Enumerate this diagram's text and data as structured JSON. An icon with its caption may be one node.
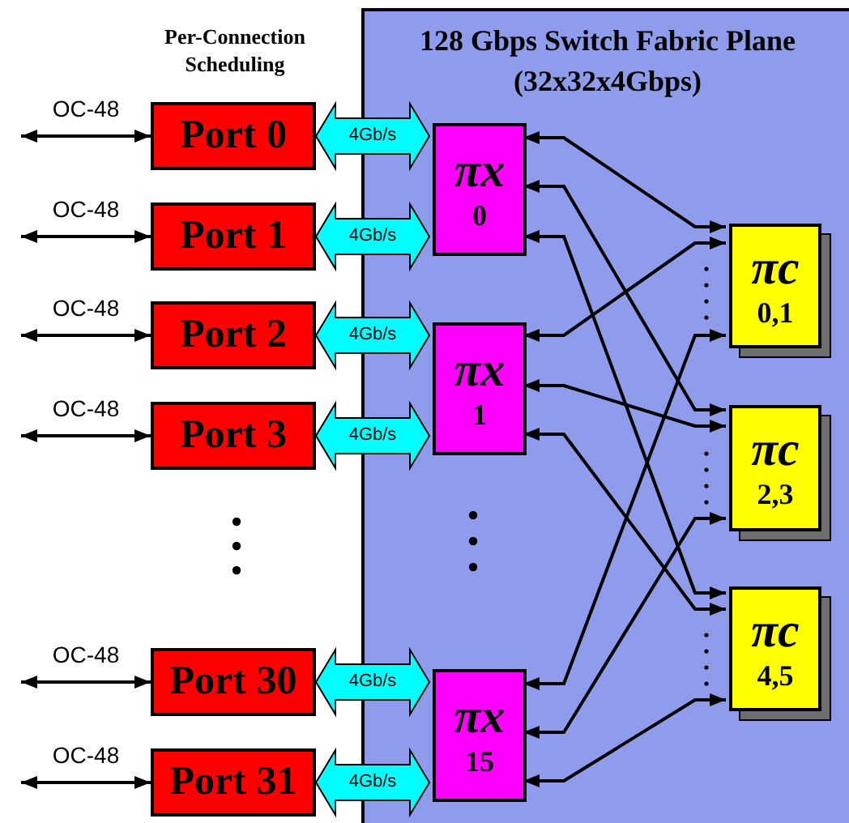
{
  "diagram": {
    "nodes": [
      {
        "text": [
          "128 Gbps Switch Fabric Plane (32x32x4Gbps)"
        ]
      },
      {
        "text": [
          "Port 0"
        ]
      },
      {
        "text": [
          "Port 1"
        ]
      },
      {
        "text": [
          "Port 2"
        ]
      },
      {
        "text": [
          "Port 3"
        ]
      },
      {
        "text": [
          "Port 30"
        ]
      },
      {
        "text": [
          "Port 31"
        ]
      },
      {
        "text": [
          "πx",
          "0"
        ],
        "in": 0
      },
      {
        "text": [
          "πx",
          "1"
        ],
        "in": 0
      },
      {
        "text": [
          "πx",
          "15"
        ],
        "in": 0
      },
      {
        "text": [
          "πc",
          "0,1"
        ],
        "in": 0
      },
      {
        "text": [
          "πc",
          "2,3"
        ],
        "in": 0
      },
      {
        "text": [
          "πc",
          "4,5"
        ],
        "in": 0
      }
    ],
    "edges": [
      {
        "from": null,
        "to": 1,
        "arrow": "both",
        "label": "OC-48"
      },
      {
        "from": null,
        "to": 2,
        "arrow": "both",
        "label": "OC-48"
      },
      {
        "from": null,
        "to": 3,
        "arrow": "both",
        "label": "OC-48"
      },
      {
        "from": null,
        "to": 4,
        "arrow": "both",
        "label": "OC-48"
      },
      {
        "from": null,
        "to": 5,
        "arrow": "both",
        "label": "OC-48"
      },
      {
        "from": null,
        "to": 6,
        "arrow": "both",
        "label": "OC-48"
      },
      {
        "from": 1,
        "to": 7,
        "arrow": "both",
        "label": "4Gb/s",
        "style": "thick",
        "color": "#00ffff"
      },
      {
        "from": 2,
        "to": 7,
        "arrow": "both",
        "label": "4Gb/s",
        "style": "thick",
        "color": "#00ffff"
      },
      {
        "from": 3,
        "to": 8,
        "arrow": "both",
        "label": "4Gb/s",
        "style": "thick",
        "color": "#00ffff"
      },
      {
        "from": 4,
        "to": 8,
        "arrow": "both",
        "label": "4Gb/s",
        "style": "thick",
        "color": "#00ffff"
      },
      {
        "from": 5,
        "to": 9,
        "arrow": "both",
        "label": "4Gb/s",
        "style": "thick",
        "color": "#00ffff"
      },
      {
        "from": 6,
        "to": 9,
        "arrow": "both",
        "label": "4Gb/s",
        "style": "thick",
        "color": "#00ffff"
      },
      {
        "from": 7,
        "to": 10,
        "arrow": "both"
      },
      {
        "from": 7,
        "to": 11,
        "arrow": "both"
      },
      {
        "from": 7,
        "to": 12,
        "arrow": "both"
      },
      {
        "from": 8,
        "to": 10,
        "arrow": "both"
      },
      {
        "from": 8,
        "to": 11,
        "arrow": "both"
      },
      {
        "from": 8,
        "to": 12,
        "arrow": "both"
      },
      {
        "from": 9,
        "to": 10,
        "arrow": "both"
      },
      {
        "from": 9,
        "to": 11,
        "arrow": "both"
      },
      {
        "from": 9,
        "to": 12,
        "arrow": "both"
      }
    ],
    "labels": [
      "Per-Connection Scheduling"
    ]
  }
}
